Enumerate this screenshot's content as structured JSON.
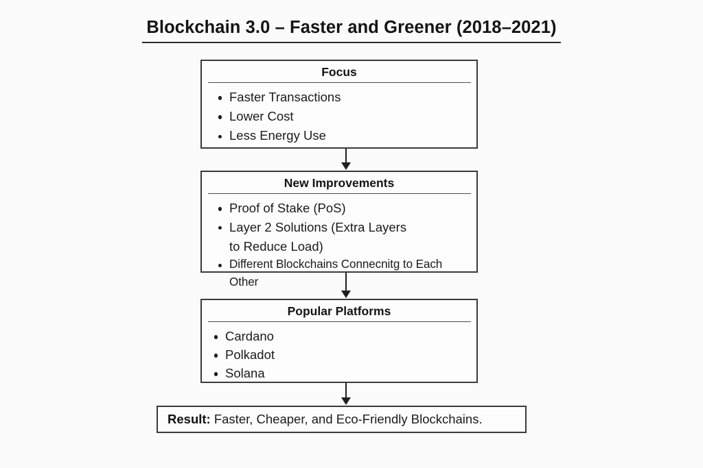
{
  "page": {
    "title": "Blockchain 3.0 – Faster and Greener (2018–2021)",
    "background_color": "#fbfbfc",
    "line_color": "#3a3a3a",
    "text_color": "#1b1b1b"
  },
  "flow": {
    "boxes": [
      {
        "id": "focus",
        "heading": "Focus",
        "items": [
          {
            "text": "Faster Transactions"
          },
          {
            "text": "Lower Cost"
          },
          {
            "text": "Less Energy Use"
          }
        ]
      },
      {
        "id": "improvements",
        "heading": "New Improvements",
        "items": [
          {
            "text": "Proof of Stake (PoS)"
          },
          {
            "text": "Layer 2 Solutions (Extra Layers",
            "text2": "to Reduce Load)"
          },
          {
            "text": "Different Blockchains Connecnitg to Each Other"
          }
        ]
      },
      {
        "id": "platforms",
        "heading": "Popular Platforms",
        "items": [
          {
            "text": "Cardano"
          },
          {
            "text": "Polkadot"
          },
          {
            "text": "Solana"
          }
        ]
      }
    ],
    "result": {
      "label": "Result:",
      "text": "Faster, Cheaper, and Eco-Friendly Blockchains."
    },
    "connectors": [
      {
        "id": "arrow-1",
        "from": "focus",
        "to": "improvements"
      },
      {
        "id": "arrow-2",
        "from": "improvements",
        "to": "platforms"
      },
      {
        "id": "arrow-3",
        "from": "platforms",
        "to": "result"
      }
    ]
  }
}
